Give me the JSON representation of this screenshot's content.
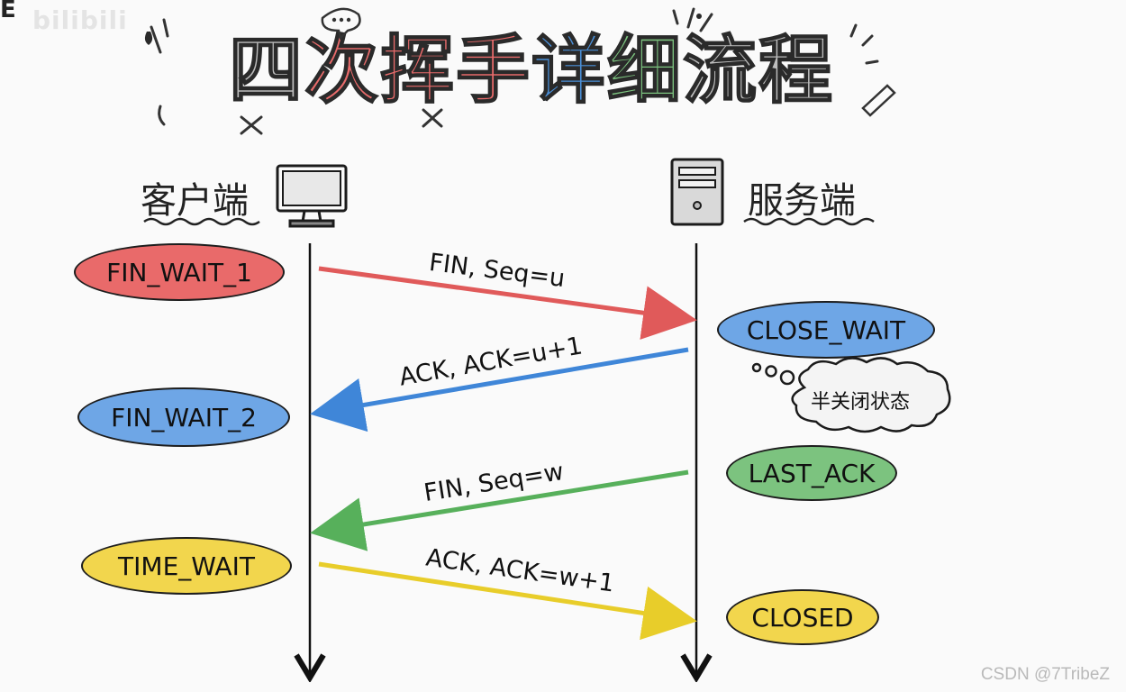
{
  "title": {
    "chars": [
      {
        "text": "四",
        "color": "#bdbdbd"
      },
      {
        "text": "次",
        "color": "#e86b6b"
      },
      {
        "text": "挥",
        "color": "#e86b6b"
      },
      {
        "text": "手",
        "color": "#e86b6b"
      },
      {
        "text": "详",
        "color": "#4a90d9"
      },
      {
        "text": "细",
        "color": "#7cc37f"
      },
      {
        "text": "流",
        "color": "#bdbdbd"
      },
      {
        "text": "程",
        "color": "#bdbdbd"
      }
    ]
  },
  "watermark": "bilibili",
  "corner_mark": "E",
  "client": {
    "label": "客户端",
    "icon": "monitor-icon"
  },
  "server": {
    "label": "服务端",
    "icon": "server-icon"
  },
  "client_states": [
    {
      "label": "FIN_WAIT_1",
      "color": "red"
    },
    {
      "label": "FIN_WAIT_2",
      "color": "blue"
    },
    {
      "label": "TIME_WAIT",
      "color": "yellow"
    }
  ],
  "server_states": [
    {
      "label": "CLOSE_WAIT",
      "color": "blue"
    },
    {
      "label": "LAST_ACK",
      "color": "green"
    },
    {
      "label": "CLOSED",
      "color": "yellow"
    }
  ],
  "messages": [
    {
      "label": "FIN, Seq=u",
      "color": "#e05a5a"
    },
    {
      "label": "ACK, ACK=u+1",
      "color": "#3f86d8"
    },
    {
      "label": "FIN, Seq=w",
      "color": "#57b05b"
    },
    {
      "label": "ACK, ACK=w+1",
      "color": "#e8cd2a"
    }
  ],
  "thought_bubble": "半关闭状态",
  "footer": "CSDN @7TribeZ"
}
